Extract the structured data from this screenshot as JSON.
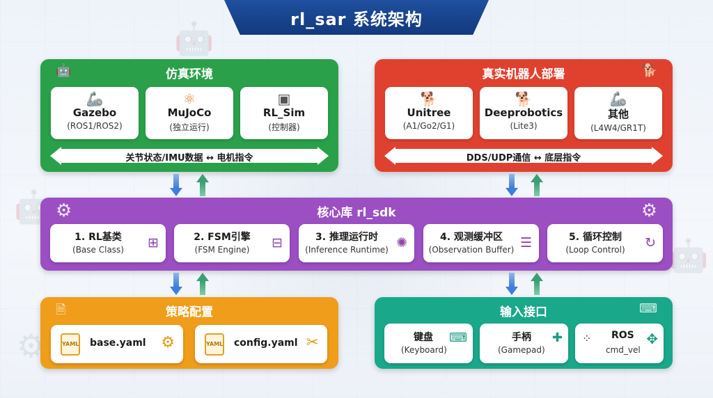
{
  "title": "rl_sar 系统架构",
  "colors": {
    "title_bg": "#1a4592",
    "sim_panel": "#2aa04a",
    "real_panel": "#e0412f",
    "core_panel": "#9b4fc2",
    "policy_panel": "#ef9d1a",
    "input_panel": "#1aa88b"
  },
  "sim": {
    "title": "仿真环境",
    "icon": "robot-icon",
    "cards": [
      {
        "title": "Gazebo",
        "sub": "(ROS1/ROS2)",
        "icon": "robot-arm-icon"
      },
      {
        "title": "MuJoCo",
        "sub": "(独立运行)",
        "icon": "molecule-icon"
      },
      {
        "title": "RL_Sim",
        "sub": "(控制器)",
        "icon": "chip-icon"
      }
    ],
    "arrow_label": "关节状态/IMU数据 ↔ 电机指令"
  },
  "real": {
    "title": "真实机器人部署",
    "icon": "robot-dog-icon",
    "cards": [
      {
        "title": "Unitree",
        "sub": "(A1/Go2/G1)",
        "icon": "quadruped-icon"
      },
      {
        "title": "Deeprobotics",
        "sub": "(Lite3)",
        "icon": "quadruped-icon"
      },
      {
        "title": "其他",
        "sub": "(L4W4/GR1T)",
        "icon": "industrial-arm-icon"
      }
    ],
    "arrow_label": "DDS/UDP通信 ↔ 底层指令"
  },
  "core": {
    "title": "核心库 rl_sdk",
    "icon": "gears-icon",
    "cards": [
      {
        "title": "1. RL基类",
        "sub": "(Base Class)",
        "icon": "hierarchy-icon"
      },
      {
        "title": "2. FSM引擎",
        "sub": "(FSM Engine)",
        "icon": "flowchart-icon"
      },
      {
        "title": "3. 推理运行时",
        "sub": "(Inference Runtime)",
        "icon": "brain-icon"
      },
      {
        "title": "4. 观测缓冲区",
        "sub": "(Observation Buffer)",
        "icon": "buffer-icon"
      },
      {
        "title": "5. 循环控制",
        "sub": "(Loop Control)",
        "icon": "loop-icon"
      }
    ]
  },
  "policy": {
    "title": "策略配置",
    "icon": "config-file-icon",
    "cards": [
      {
        "badge": "YAML",
        "title": "base.yaml",
        "icon": "gear-icon"
      },
      {
        "badge": "YAML",
        "title": "config.yaml",
        "icon": "tools-icon"
      }
    ]
  },
  "input": {
    "title": "输入接口",
    "icon": "gamepad-keyboard-icon",
    "cards": [
      {
        "title": "键盘",
        "sub": "(Keyboard)",
        "icon": "keyboard-icon"
      },
      {
        "title": "手柄",
        "sub": "(Gamepad)",
        "icon": "gamepad-icon"
      },
      {
        "title": "ROS",
        "sub": "cmd_vel",
        "icon": "move-arrows-icon"
      }
    ]
  }
}
